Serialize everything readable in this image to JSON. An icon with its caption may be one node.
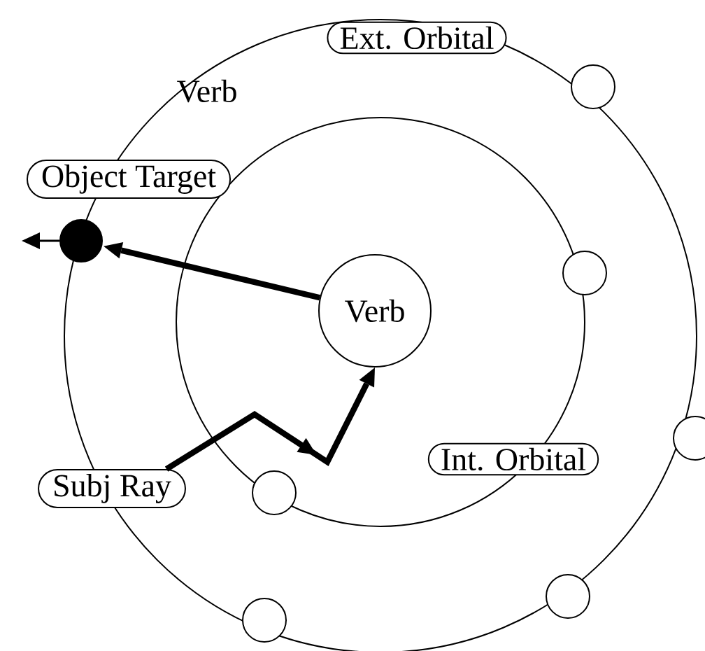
{
  "diagram": {
    "nodes": [
      {
        "text": [
          "Ext. Orbital"
        ]
      },
      {
        "text": [
          "Object Target"
        ]
      },
      {
        "text": [],
        "shape": "dot"
      },
      {
        "text": [
          "Verb"
        ]
      },
      {
        "text": [
          "Subj Ray"
        ]
      },
      {
        "text": [
          "Int. Orbital"
        ]
      },
      {
        "text": [],
        "shape": "circle"
      },
      {
        "text": [],
        "shape": "circle"
      },
      {
        "text": [],
        "shape": "circle"
      },
      {
        "text": [],
        "shape": "circle"
      },
      {
        "text": [],
        "shape": "circle"
      },
      {
        "text": [],
        "shape": "circle"
      }
    ],
    "edges": [
      {
        "from": 3,
        "to": 2,
        "arrow": "to"
      },
      {
        "from": 2,
        "to": null,
        "arrow": "to"
      },
      {
        "from": 4,
        "to": 3,
        "arrow": "to"
      }
    ],
    "labels": [
      "Verb"
    ]
  }
}
